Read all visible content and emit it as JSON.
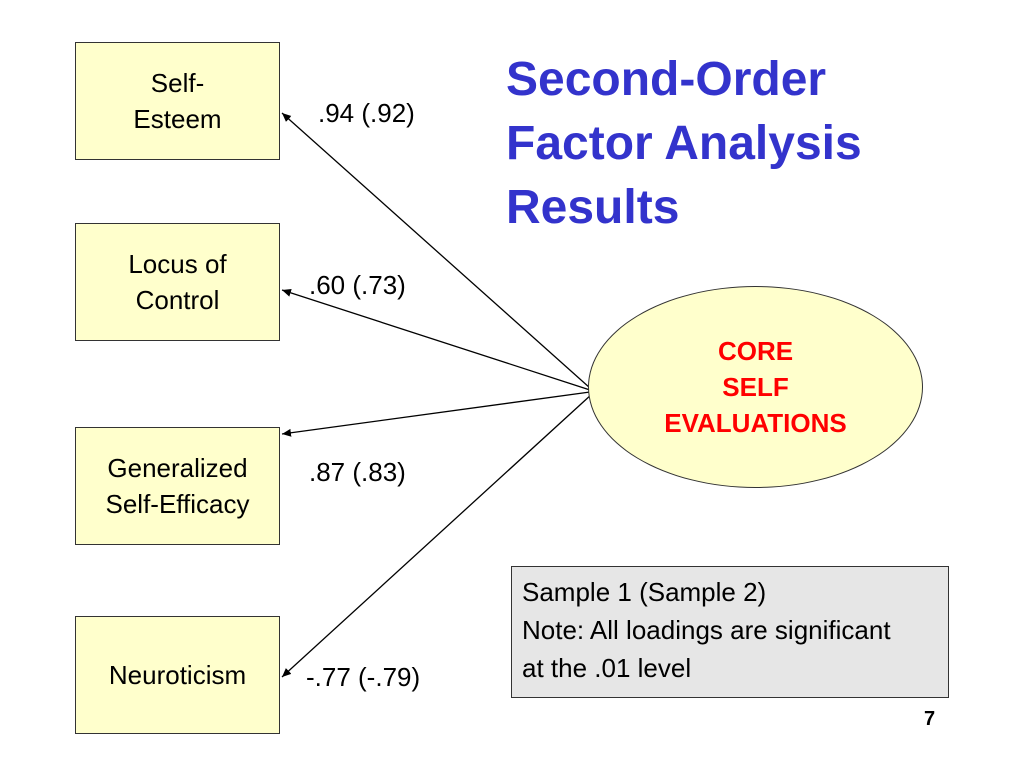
{
  "title": {
    "line1": "Second-Order",
    "line2": "Factor Analysis",
    "line3": "Results",
    "color": "#3333cc"
  },
  "factor": {
    "line1": "CORE",
    "line2": "SELF",
    "line3": "EVALUATIONS",
    "color": "#ff0000",
    "fill": "#ffffcc"
  },
  "indicators": [
    {
      "line1": "Self-",
      "line2": "Esteem",
      "loading": ".94 (.92)"
    },
    {
      "line1": "Locus of",
      "line2": "Control",
      "loading": ".60 (.73)"
    },
    {
      "line1": "Generalized",
      "line2": "Self-Efficacy",
      "loading": ".87 (.83)"
    },
    {
      "line1": "Neuroticism",
      "line2": "",
      "loading": "-.77 (-.79)"
    }
  ],
  "note": {
    "line1": "Sample 1 (Sample 2)",
    "line2": "Note: All loadings are significant",
    "line3": "at the .01 level",
    "fill": "#e6e6e6"
  },
  "page_number": "7"
}
